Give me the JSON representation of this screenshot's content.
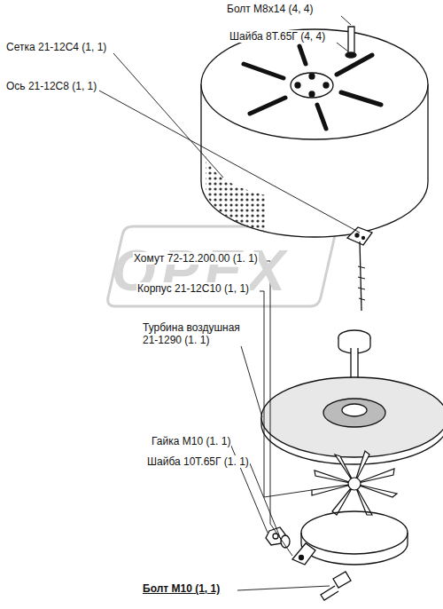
{
  "diagram": {
    "labels": [
      "OPEX",
      "Болт М8х14 (4, 4)",
      "Шайба 8Т.65Г (4, 4)",
      "Сетка 21-12С4 (1, 1)",
      "Ось 21-12С8 (1, 1)",
      "Хомут 72-12.200.00 (1. 1)",
      "Корпус 21-12С10 (1, 1)",
      "Турбина воздушная 21-1290 (1. 1)",
      "Гайка М10 (1. 1)",
      "Шайба 10Т.65Г (1. 1)",
      "Болт М10 (1, 1)"
    ]
  }
}
